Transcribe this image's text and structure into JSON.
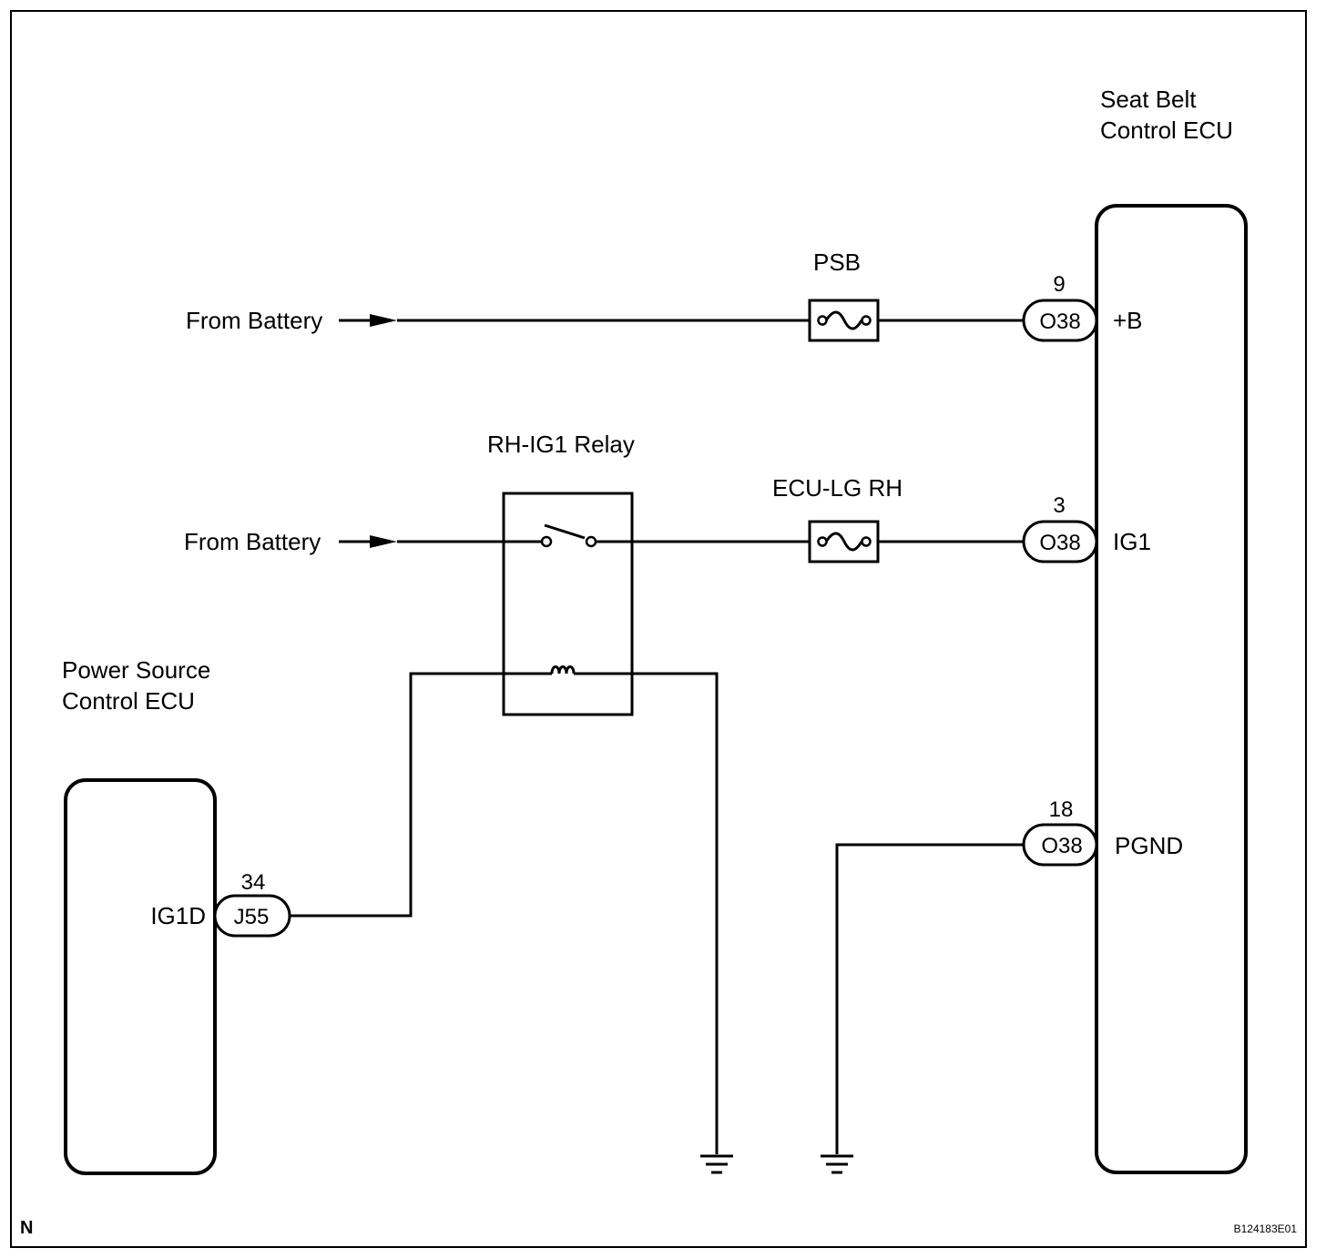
{
  "components": {
    "seat_belt_ecu": {
      "line1": "Seat Belt",
      "line2": "Control ECU"
    },
    "power_source_ecu": {
      "line1": "Power Source",
      "line2": "Control ECU"
    },
    "relay": {
      "label": "RH-IG1 Relay"
    },
    "fuse_psb": {
      "label": "PSB"
    },
    "fuse_ecu_lg": {
      "label": "ECU-LG RH"
    }
  },
  "sources": {
    "battery_top": "From Battery",
    "battery_mid": "From Battery"
  },
  "connectors": {
    "o38_b": {
      "connector": "O38",
      "pin": "9",
      "terminal": "+B"
    },
    "o38_ig1": {
      "connector": "O38",
      "pin": "3",
      "terminal": "IG1"
    },
    "o38_pgnd": {
      "connector": "O38",
      "pin": "18",
      "terminal": "PGND"
    },
    "j55_ig1d": {
      "connector": "J55",
      "pin": "34",
      "terminal": "IG1D"
    }
  },
  "footer": {
    "corner_letter": "N",
    "code": "B124183E01"
  }
}
